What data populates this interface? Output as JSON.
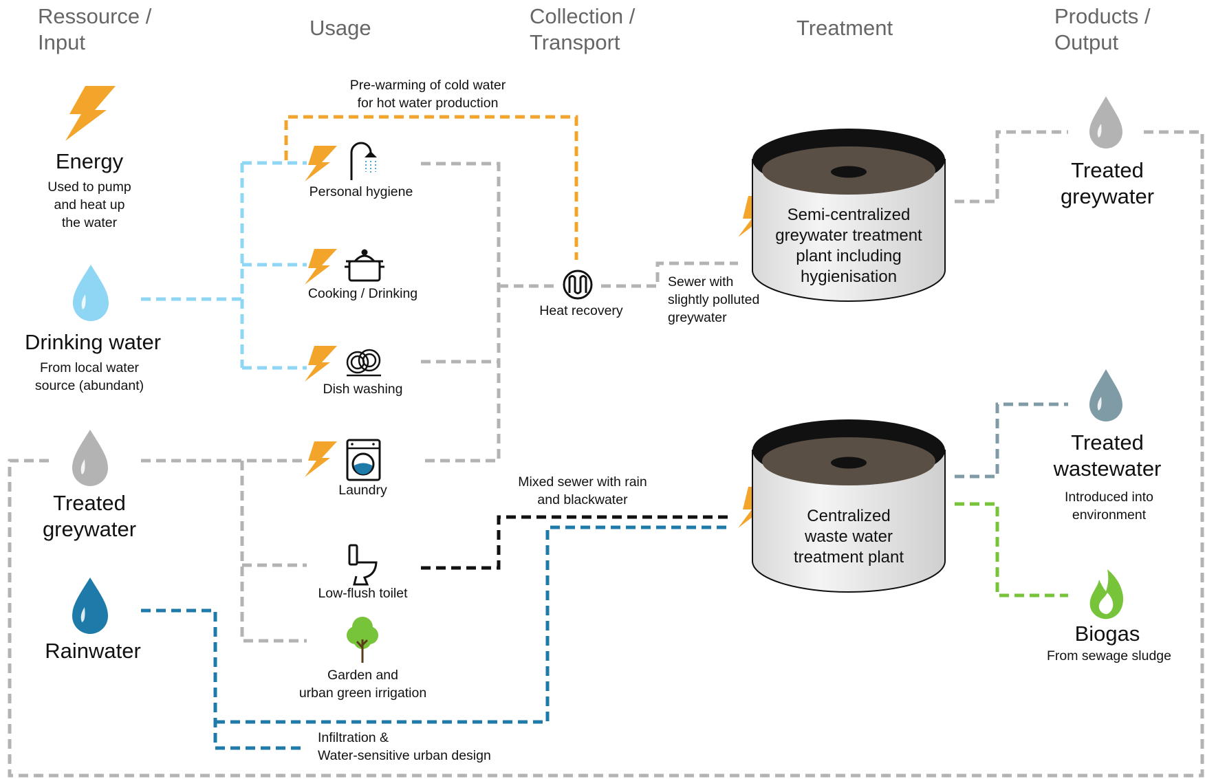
{
  "headers": {
    "input": "Ressource /\nInput",
    "usage": "Usage",
    "collection": "Collection /\nTransport",
    "treatment": "Treatment",
    "output": "Products /\nOutput"
  },
  "inputs": {
    "energy": {
      "title": "Energy",
      "desc": "Used to pump\nand heat up\nthe water",
      "icon": "lightning-icon"
    },
    "drinking_water": {
      "title": "Drinking water",
      "desc": "From local water\nsource (abundant)",
      "icon": "water-drop-icon"
    },
    "treated_greywater": {
      "title": "Treated\ngreywater",
      "icon": "water-drop-icon"
    },
    "rainwater": {
      "title": "Rainwater",
      "icon": "water-drop-icon"
    }
  },
  "usage": {
    "personal_hygiene": "Personal hygiene",
    "cooking": "Cooking / Drinking",
    "dish_washing": "Dish washing",
    "laundry": "Laundry",
    "toilet": "Low-flush toilet",
    "garden": "Garden and\nurban green irrigation"
  },
  "annotations": {
    "prewarming": "Pre-warming of cold water\nfor hot water production",
    "heat_recovery": "Heat recovery",
    "sewer_grey": "Sewer with\nslightly polluted\ngreywater",
    "mixed_sewer": "Mixed sewer with rain\nand blackwater",
    "infiltration": "Infiltration &\nWater-sensitive urban design"
  },
  "treatment": {
    "semi": "Semi-centralized\ngreywater treatment\nplant including\nhygienisation",
    "central": "Centralized\nwaste water\ntreatment plant"
  },
  "outputs": {
    "treated_greywater": {
      "title": "Treated\ngreywater"
    },
    "treated_wastewater": {
      "title": "Treated\nwastewater",
      "desc": "Introduced into\nenvironment"
    },
    "biogas": {
      "title": "Biogas",
      "desc": "From sewage sludge"
    }
  },
  "colors": {
    "energy": "#f2a52a",
    "drinking_water": "#8fd6f5",
    "greywater": "#b3b3b3",
    "rainwater": "#1e7aa8",
    "blackwater": "#111111",
    "treated_wastewater": "#7f9ba6",
    "biogas": "#77c43a",
    "tank_body": "#e9e9e9",
    "tank_top": "#5a4f45"
  }
}
